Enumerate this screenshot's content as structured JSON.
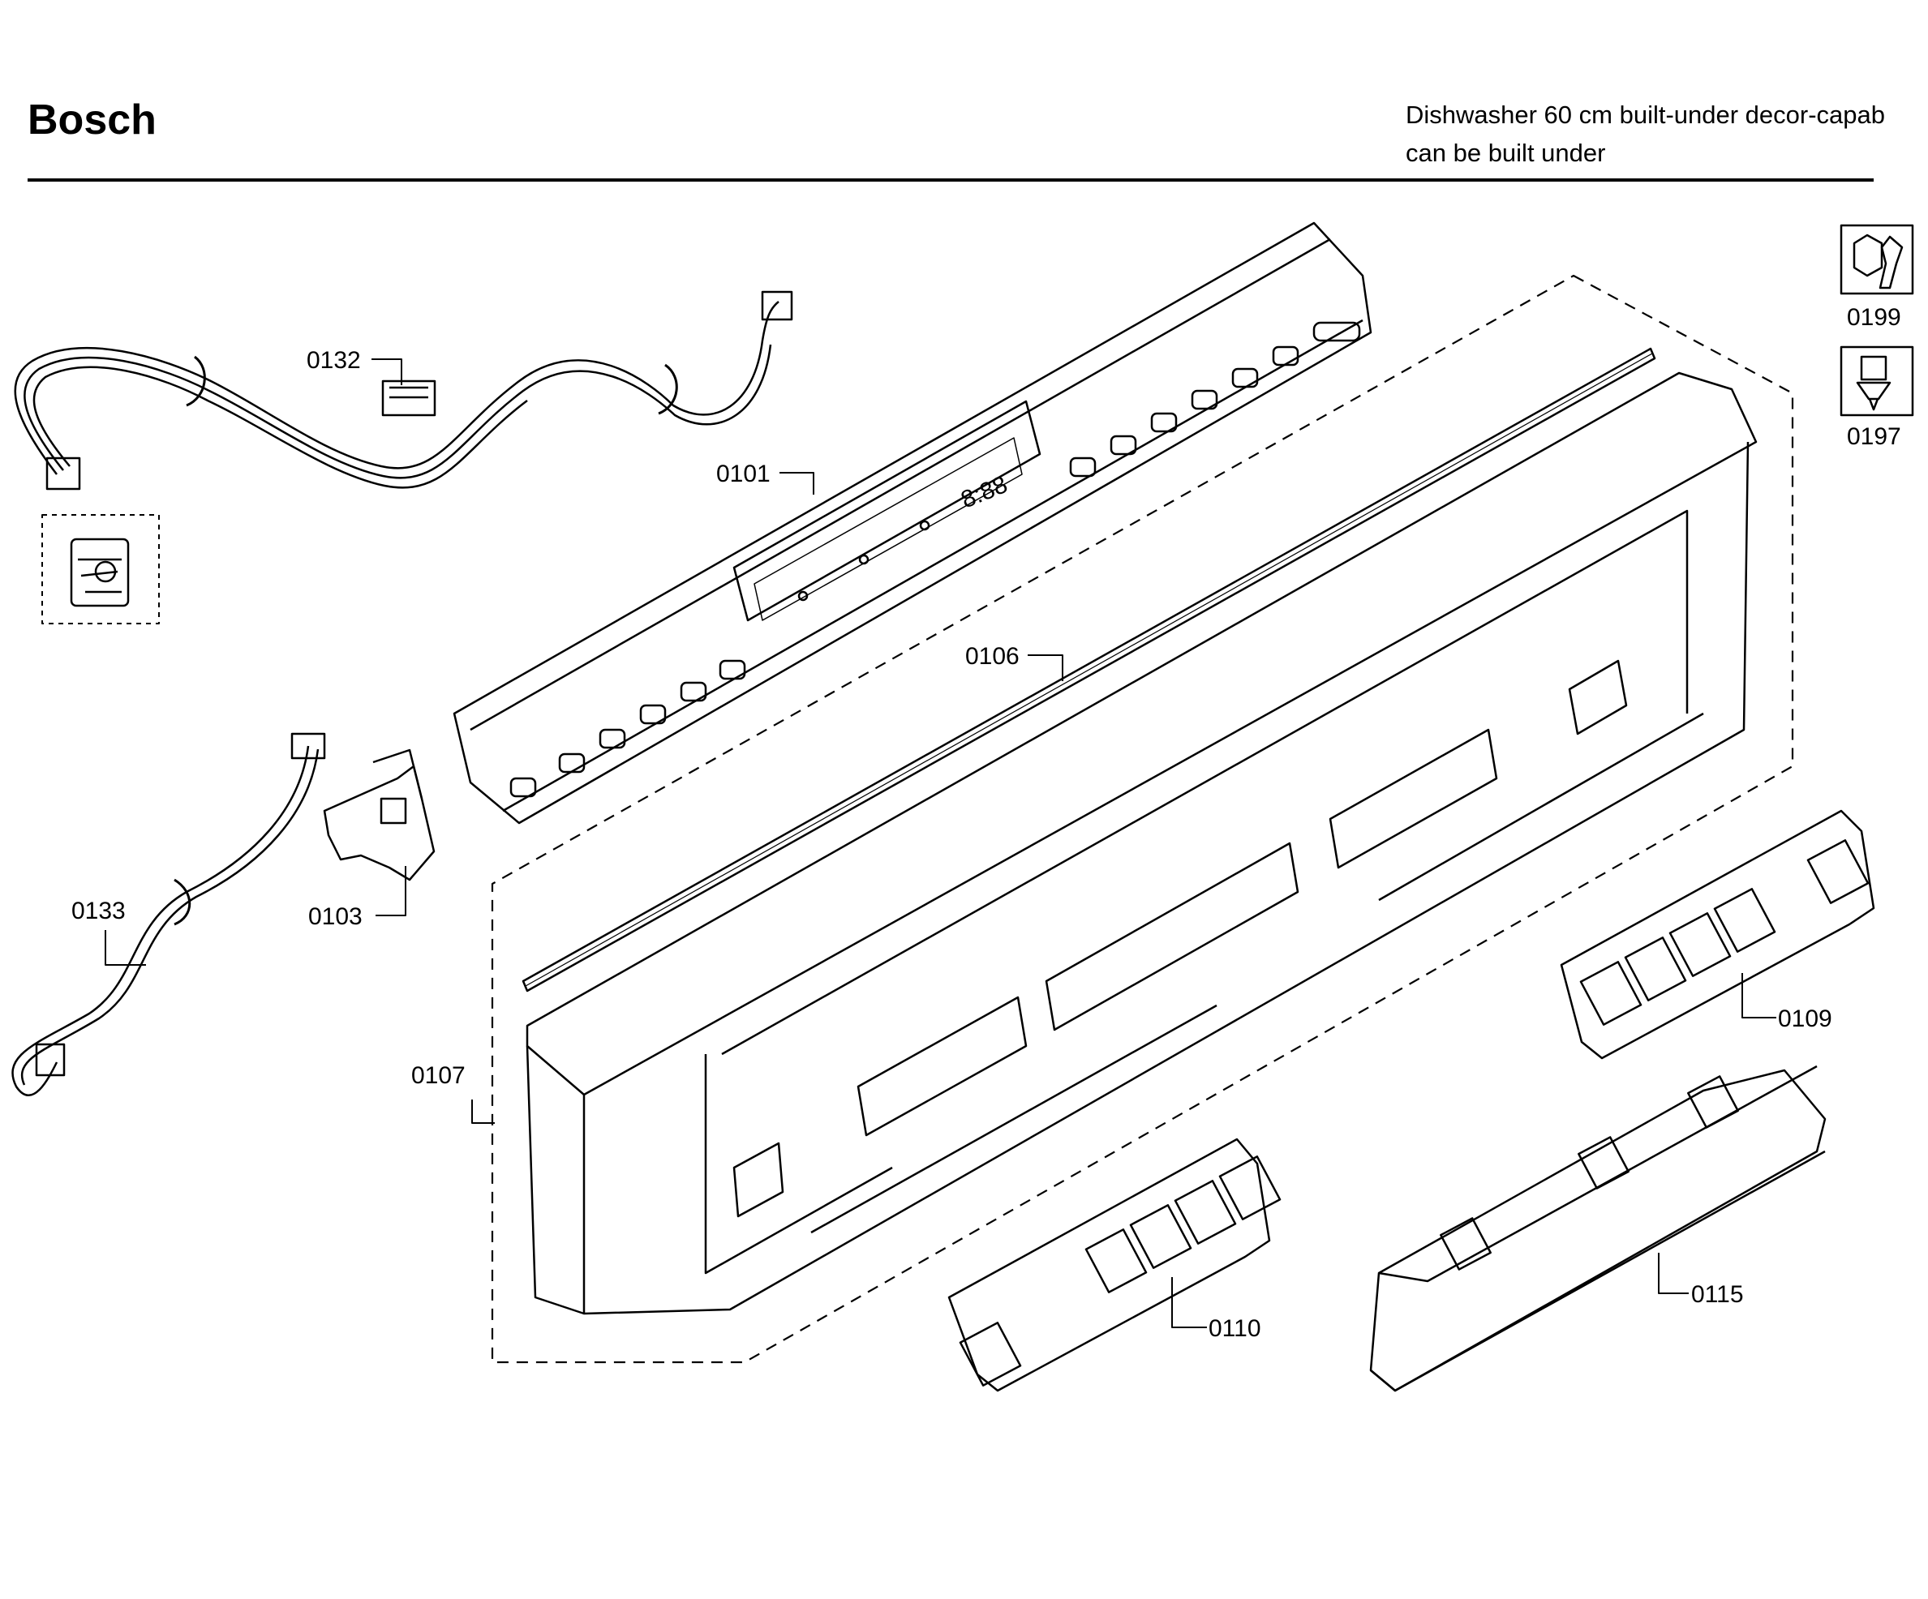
{
  "header": {
    "brand": "Bosch",
    "title_line1": "Dishwasher 60 cm built-under decor-capab",
    "title_line2": "can be built under"
  },
  "display_readout": "8:88",
  "tools": [
    {
      "code": "0199",
      "icon": "wrench-nut-icon"
    },
    {
      "code": "0197",
      "icon": "screwdriver-screw-icon"
    }
  ],
  "parts": [
    {
      "code": "0101"
    },
    {
      "code": "0103"
    },
    {
      "code": "0106"
    },
    {
      "code": "0107"
    },
    {
      "code": "0109"
    },
    {
      "code": "0110"
    },
    {
      "code": "0115"
    },
    {
      "code": "0132"
    },
    {
      "code": "0133"
    }
  ]
}
